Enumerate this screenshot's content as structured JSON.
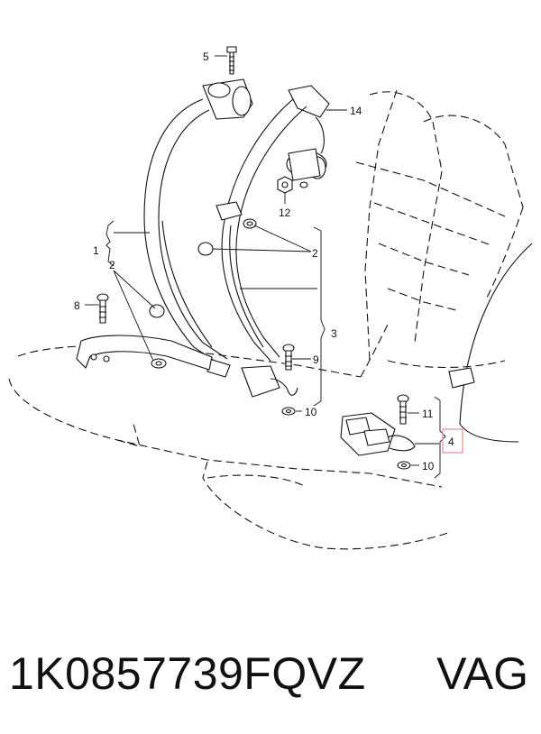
{
  "diagram": {
    "callouts": {
      "c5": "5",
      "c14": "14",
      "c12": "12",
      "c1": "1",
      "c2_left": "2",
      "c2_right": "2",
      "c8": "8",
      "c3": "3",
      "c9": "9",
      "c10_center": "10",
      "c11": "11",
      "c4": "4",
      "c10_right": "10"
    },
    "highlight_color": "#e8a0a0"
  },
  "caption": {
    "part_number": "1K0857739FQVZ",
    "brand": "VAG"
  }
}
